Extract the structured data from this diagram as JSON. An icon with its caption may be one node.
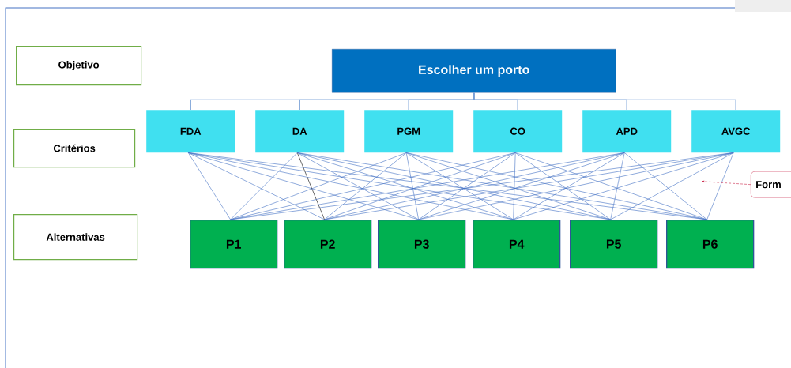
{
  "diagram": {
    "nodes": [
      {
        "text": [
          "Objetivo"
        ]
      },
      {
        "text": [
          "Critérios"
        ]
      },
      {
        "text": [
          "Alternativas"
        ]
      },
      {
        "text": [
          "Escolher um porto"
        ]
      },
      {
        "text": [
          "FDA"
        ]
      },
      {
        "text": [
          "DA"
        ]
      },
      {
        "text": [
          "PGM"
        ]
      },
      {
        "text": [
          "CO"
        ]
      },
      {
        "text": [
          "APD"
        ]
      },
      {
        "text": [
          "AVGC"
        ]
      },
      {
        "text": [
          "P1"
        ]
      },
      {
        "text": [
          "P2"
        ]
      },
      {
        "text": [
          "P3"
        ]
      },
      {
        "text": [
          "P4"
        ]
      },
      {
        "text": [
          "P5"
        ]
      },
      {
        "text": [
          "P6"
        ]
      },
      {
        "text": [
          "Form"
        ]
      }
    ],
    "edges": [
      {
        "from": 3,
        "to": 4,
        "arrow": "none"
      },
      {
        "from": 3,
        "to": 5,
        "arrow": "none"
      },
      {
        "from": 3,
        "to": 6,
        "arrow": "none"
      },
      {
        "from": 3,
        "to": 7,
        "arrow": "none"
      },
      {
        "from": 3,
        "to": 8,
        "arrow": "none"
      },
      {
        "from": 3,
        "to": 9,
        "arrow": "none"
      },
      {
        "from": 4,
        "to": 10,
        "arrow": "none"
      },
      {
        "from": 4,
        "to": 11,
        "arrow": "none"
      },
      {
        "from": 4,
        "to": 12,
        "arrow": "none"
      },
      {
        "from": 4,
        "to": 13,
        "arrow": "none"
      },
      {
        "from": 4,
        "to": 14,
        "arrow": "none"
      },
      {
        "from": 4,
        "to": 15,
        "arrow": "none"
      },
      {
        "from": 5,
        "to": 10,
        "arrow": "none"
      },
      {
        "from": 5,
        "to": 11,
        "arrow": "none",
        "color": "#000000"
      },
      {
        "from": 5,
        "to": 12,
        "arrow": "none"
      },
      {
        "from": 5,
        "to": 13,
        "arrow": "none"
      },
      {
        "from": 5,
        "to": 14,
        "arrow": "none"
      },
      {
        "from": 5,
        "to": 15,
        "arrow": "none"
      },
      {
        "from": 6,
        "to": 10,
        "arrow": "none"
      },
      {
        "from": 6,
        "to": 11,
        "arrow": "none"
      },
      {
        "from": 6,
        "to": 12,
        "arrow": "none"
      },
      {
        "from": 6,
        "to": 13,
        "arrow": "none"
      },
      {
        "from": 6,
        "to": 14,
        "arrow": "none"
      },
      {
        "from": 6,
        "to": 15,
        "arrow": "none"
      },
      {
        "from": 7,
        "to": 10,
        "arrow": "none"
      },
      {
        "from": 7,
        "to": 11,
        "arrow": "none"
      },
      {
        "from": 7,
        "to": 12,
        "arrow": "none"
      },
      {
        "from": 7,
        "to": 13,
        "arrow": "none"
      },
      {
        "from": 7,
        "to": 14,
        "arrow": "none"
      },
      {
        "from": 7,
        "to": 15,
        "arrow": "none"
      },
      {
        "from": 8,
        "to": 10,
        "arrow": "none"
      },
      {
        "from": 8,
        "to": 11,
        "arrow": "none"
      },
      {
        "from": 8,
        "to": 12,
        "arrow": "none"
      },
      {
        "from": 8,
        "to": 13,
        "arrow": "none"
      },
      {
        "from": 8,
        "to": 14,
        "arrow": "none"
      },
      {
        "from": 8,
        "to": 15,
        "arrow": "none"
      },
      {
        "from": 9,
        "to": 10,
        "arrow": "none"
      },
      {
        "from": 9,
        "to": 11,
        "arrow": "none"
      },
      {
        "from": 9,
        "to": 12,
        "arrow": "none"
      },
      {
        "from": 9,
        "to": 13,
        "arrow": "none"
      },
      {
        "from": 9,
        "to": 14,
        "arrow": "none"
      },
      {
        "from": 9,
        "to": 15,
        "arrow": "none"
      },
      {
        "from": 16,
        "to": null,
        "arrow": "to",
        "style": "dashed",
        "color": "#c0002a"
      }
    ]
  }
}
